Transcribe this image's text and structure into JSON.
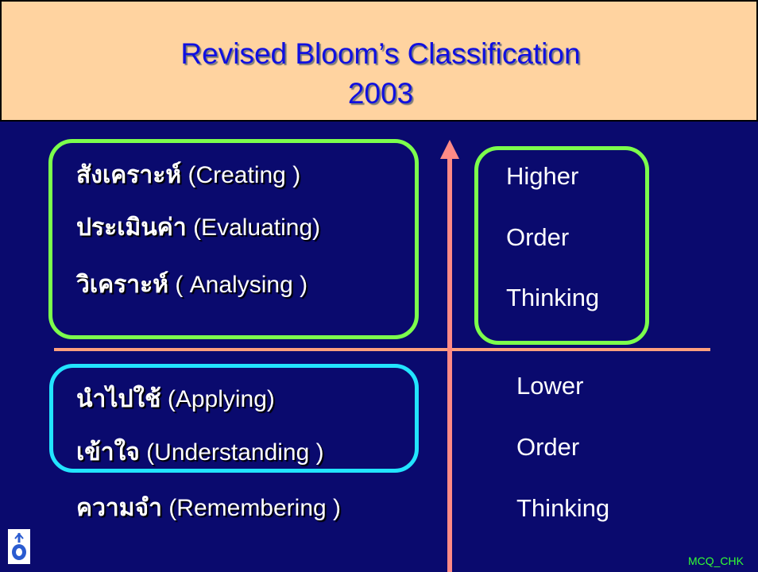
{
  "title": {
    "line1": "Revised  Bloom’s  Classification",
    "line2": "2003"
  },
  "levels": [
    {
      "thai": "สังเคราะห์",
      "english": " (Creating )"
    },
    {
      "thai": "ประเมินค่า",
      "english": " (Evaluating)"
    },
    {
      "thai": "วิเคราะห์",
      "english": " ( Analysing )"
    },
    {
      "thai": "นำไปใช้",
      "english": " (Applying)"
    },
    {
      "thai": "เข้าใจ",
      "english": " (Understanding )"
    },
    {
      "thai": "ความจำ",
      "english": " (Remembering )"
    }
  ],
  "higher_order": [
    "Higher",
    "Order",
    "Thinking"
  ],
  "lower_order": [
    "Lower",
    "Order",
    "Thinking"
  ],
  "footer": "MCQ_CHK",
  "colors": {
    "background": "#0A0A6E",
    "header": "#FFD3A0",
    "title": "#1010E0",
    "higher_box": "#7CFF4C",
    "lower_box": "#22E5FF",
    "arrow": "#FF8A86",
    "divider": "#FFA07E",
    "footer": "#33FF33"
  }
}
